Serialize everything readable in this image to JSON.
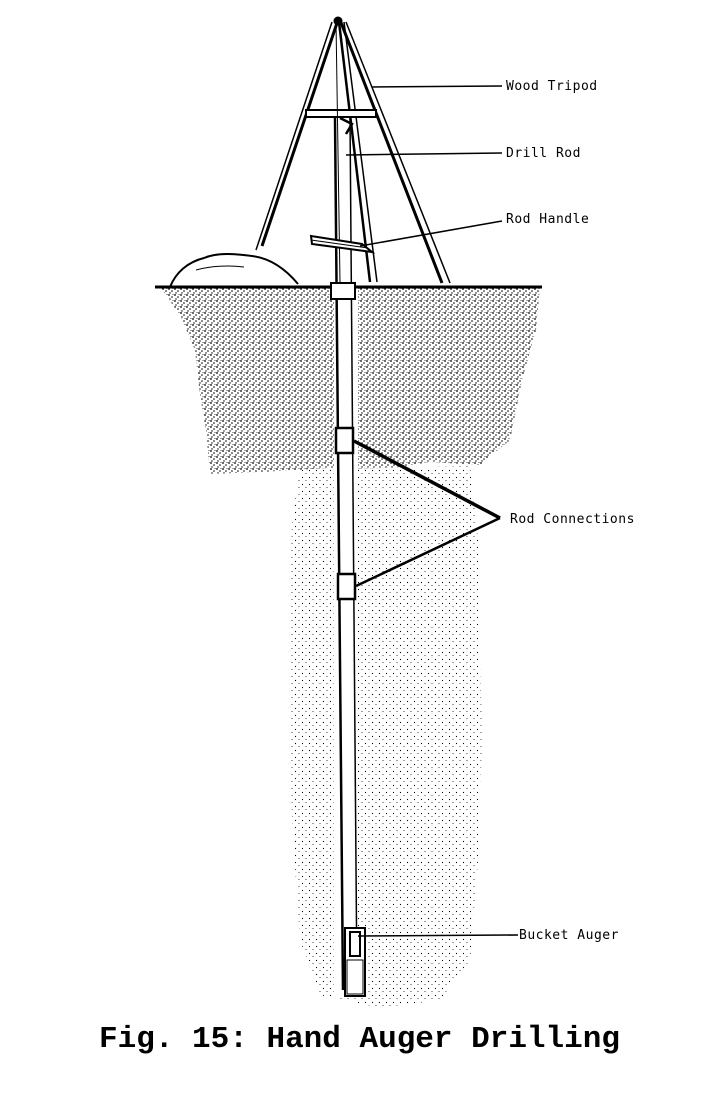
{
  "labels": {
    "tripod": "Wood Tripod",
    "drill_rod": "Drill Rod",
    "rod_handle": "Rod Handle",
    "rod_connections": "Rod Connections",
    "bucket_auger": "Bucket Auger"
  },
  "caption": "Fig. 15: Hand Auger Drilling"
}
